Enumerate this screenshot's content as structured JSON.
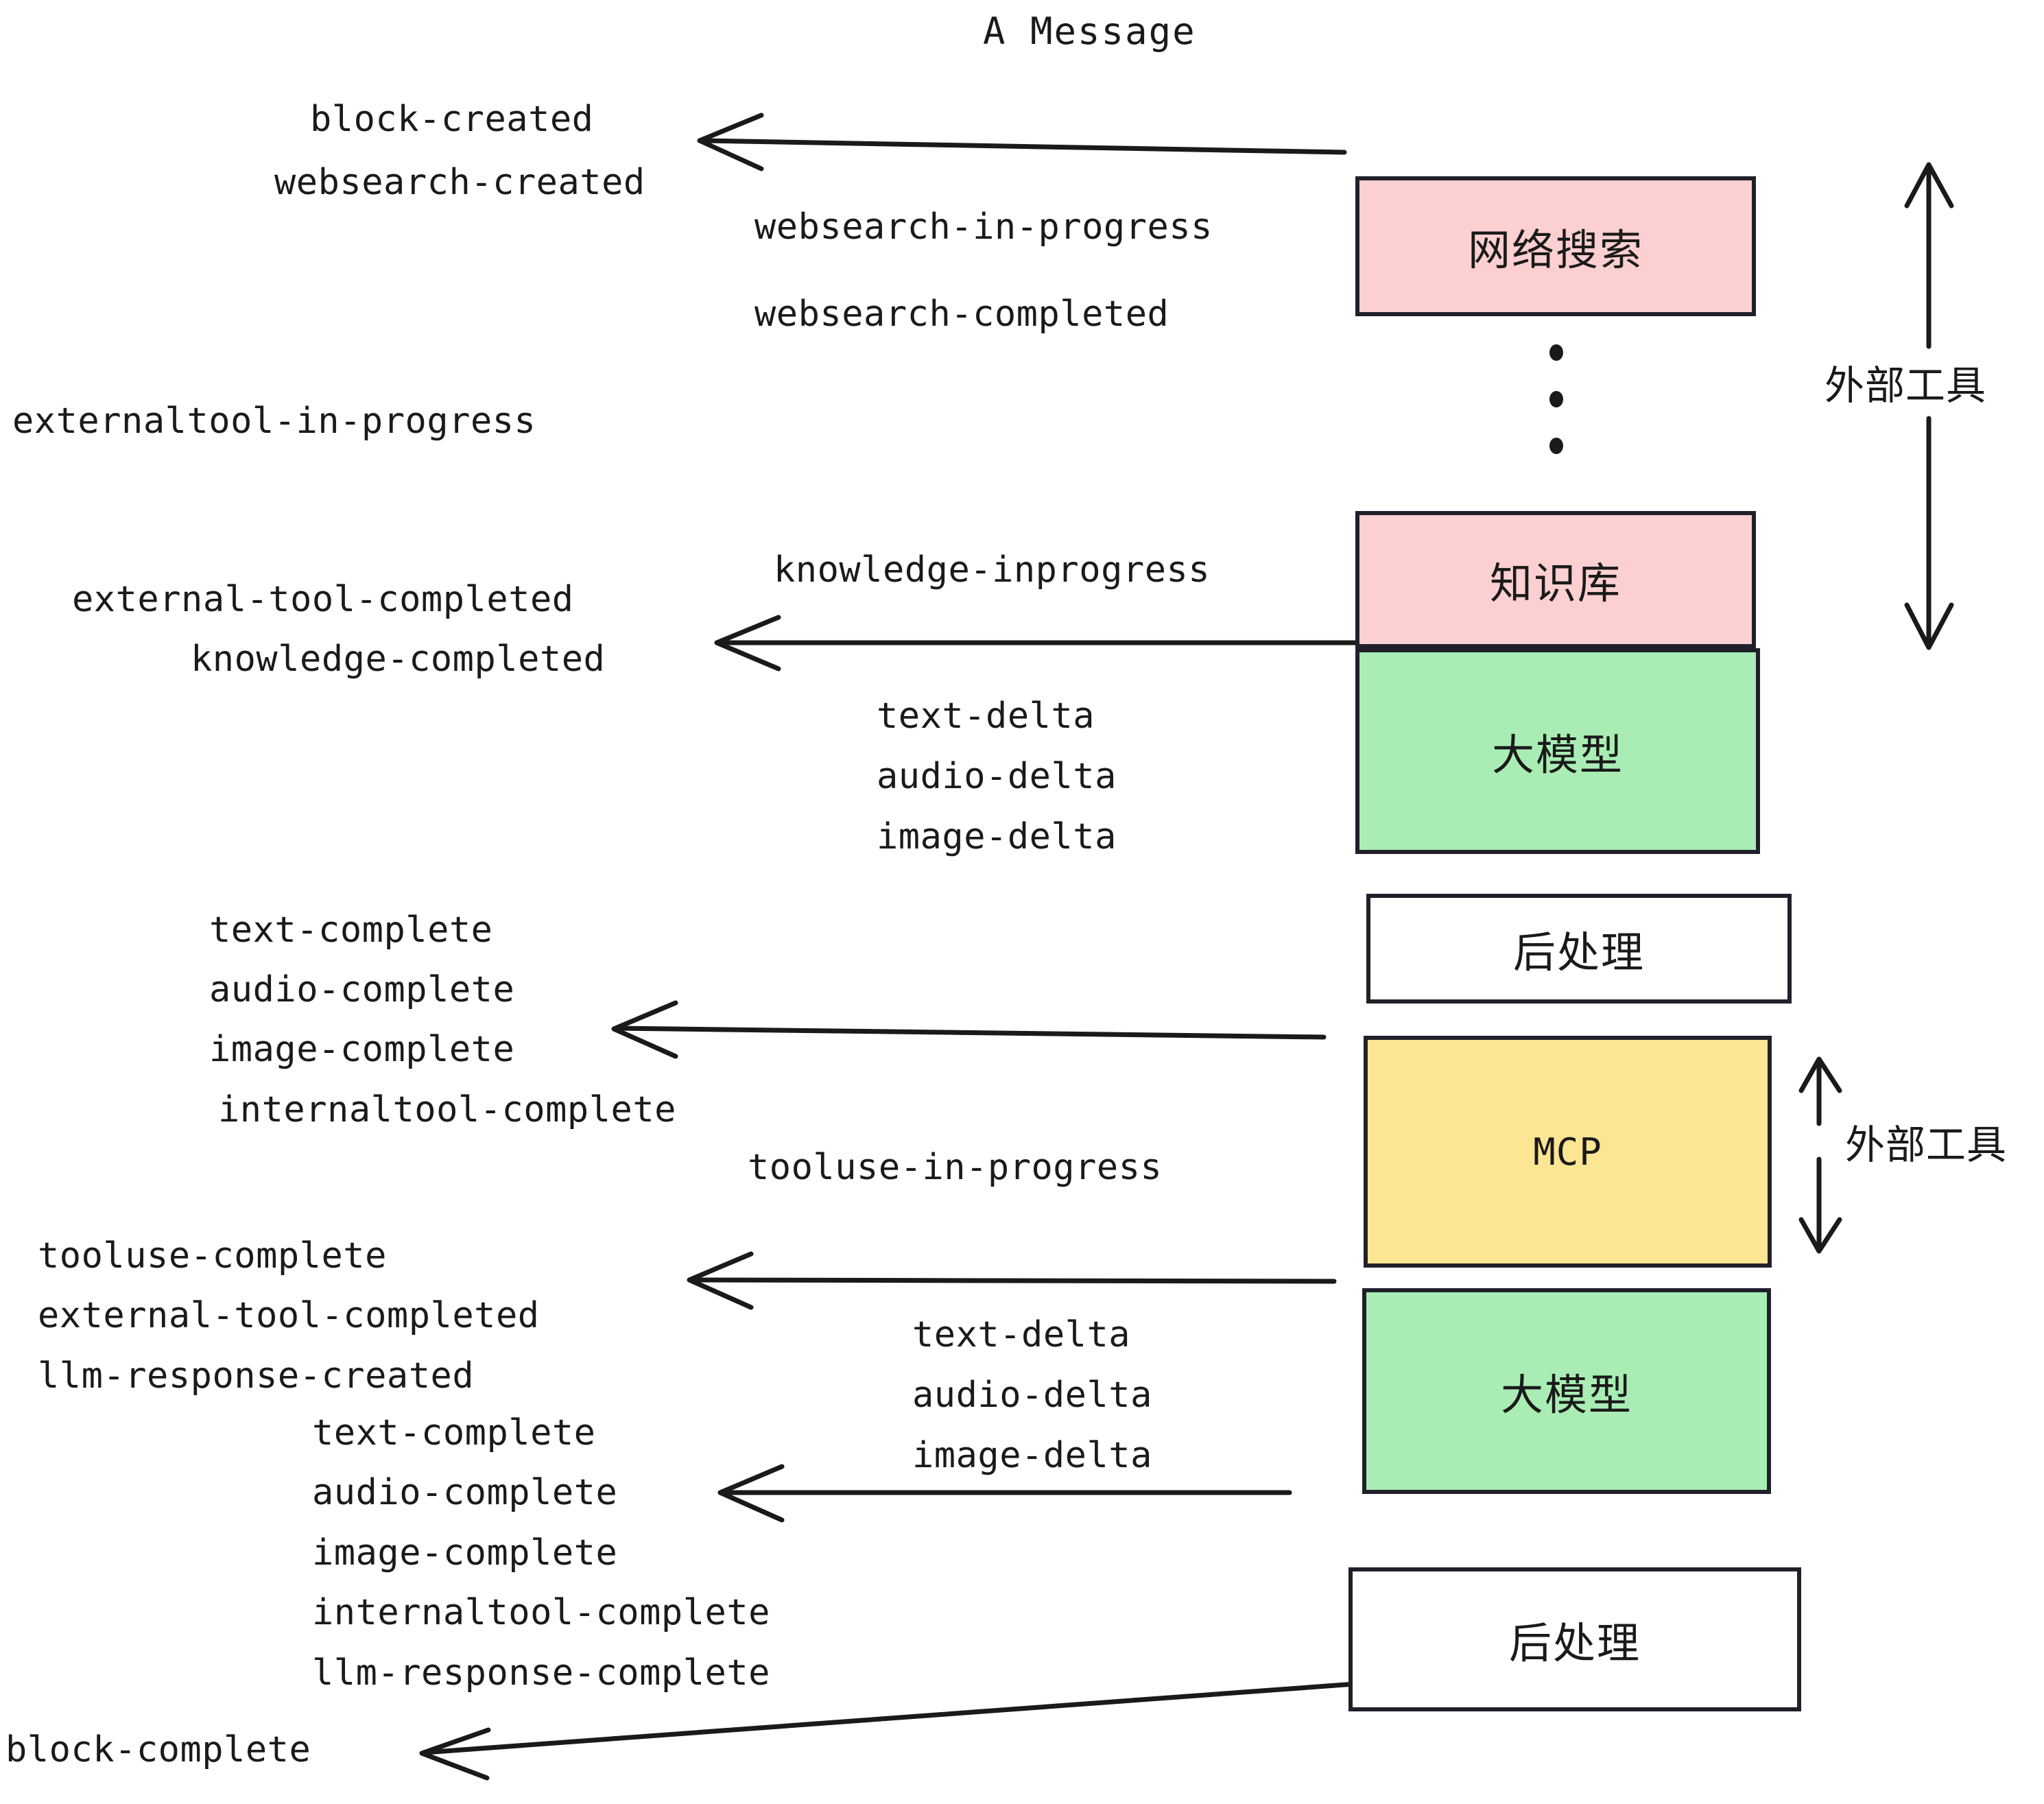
{
  "diagram": {
    "title": "A Message",
    "type": "flow-sequence",
    "background_color": "#ffffff",
    "stroke_color": "#20202a"
  },
  "nodes": [
    {
      "id": "websearch",
      "label": "网络搜索",
      "fill": "#fccfd0",
      "kind": "external-tool"
    },
    {
      "id": "knowledge",
      "label": "知识库",
      "fill": "#fccfd0",
      "kind": "external-tool"
    },
    {
      "id": "llm-1",
      "label": "大模型",
      "fill": "#a9edb4",
      "kind": "model"
    },
    {
      "id": "postprocess-1",
      "label": "后处理",
      "fill": "#ffffff",
      "kind": "post-process"
    },
    {
      "id": "mcp",
      "label": "MCP",
      "fill": "#fce694",
      "kind": "external-tool"
    },
    {
      "id": "llm-2",
      "label": "大模型",
      "fill": "#a9edb4",
      "kind": "model"
    },
    {
      "id": "postprocess-2",
      "label": "后处理",
      "fill": "#ffffff",
      "kind": "post-process"
    }
  ],
  "side_annotations": [
    {
      "id": "external-tool-top",
      "label": "外部工具",
      "arrow": "double-vertical"
    },
    {
      "id": "external-tool-bottom",
      "label": "外部工具",
      "arrow": "double-vertical"
    }
  ],
  "ellipsis": {
    "id": "vertical-ellipsis",
    "dots": 3
  },
  "events": [
    {
      "id": "block-created",
      "label": "block-created"
    },
    {
      "id": "websearch-created",
      "label": "websearch-created"
    },
    {
      "id": "websearch-in-progress",
      "label": "websearch-in-progress"
    },
    {
      "id": "websearch-completed",
      "label": "websearch-completed"
    },
    {
      "id": "externaltool-in-progress",
      "label": "externaltool-in-progress"
    },
    {
      "id": "knowledge-inprogress",
      "label": "knowledge-inprogress"
    },
    {
      "id": "external-tool-completed-1",
      "label": "external-tool-completed"
    },
    {
      "id": "knowledge-completed",
      "label": "knowledge-completed"
    },
    {
      "id": "text-delta-1",
      "label": "text-delta"
    },
    {
      "id": "audio-delta-1",
      "label": "audio-delta"
    },
    {
      "id": "image-delta-1",
      "label": "image-delta"
    },
    {
      "id": "text-complete-1",
      "label": "text-complete"
    },
    {
      "id": "audio-complete-1",
      "label": "audio-complete"
    },
    {
      "id": "image-complete-1",
      "label": "image-complete"
    },
    {
      "id": "internaltool-complete-1",
      "label": "internaltool-complete"
    },
    {
      "id": "tooluse-in-progress",
      "label": "tooluse-in-progress"
    },
    {
      "id": "tooluse-complete",
      "label": "tooluse-complete"
    },
    {
      "id": "external-tool-completed-2",
      "label": "external-tool-completed"
    },
    {
      "id": "llm-response-created",
      "label": "llm-response-created"
    },
    {
      "id": "text-delta-2",
      "label": "text-delta"
    },
    {
      "id": "audio-delta-2",
      "label": "audio-delta"
    },
    {
      "id": "image-delta-2",
      "label": "image-delta"
    },
    {
      "id": "text-complete-2",
      "label": "text-complete"
    },
    {
      "id": "audio-complete-2",
      "label": "audio-complete"
    },
    {
      "id": "image-complete-2",
      "label": "image-complete"
    },
    {
      "id": "internaltool-complete-2",
      "label": "internaltool-complete"
    },
    {
      "id": "llm-response-complete",
      "label": "llm-response-complete"
    },
    {
      "id": "block-complete",
      "label": "block-complete"
    }
  ]
}
